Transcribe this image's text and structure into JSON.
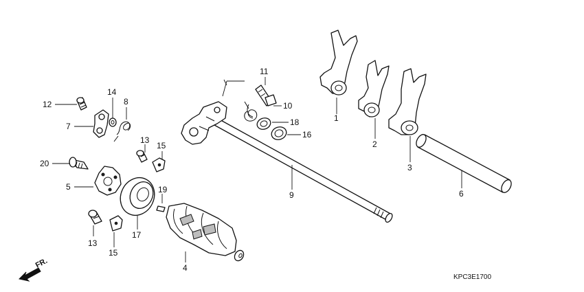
{
  "diagram": {
    "code": "KPC3E1700",
    "direction_label": "FR.",
    "callouts": {
      "c1": "1",
      "c2": "2",
      "c3": "3",
      "c4": "4",
      "c5": "5",
      "c6": "6",
      "c7": "7",
      "c8": "8",
      "c9": "9",
      "c10": "10",
      "c11": "11",
      "c12": "12",
      "c13a": "13",
      "c13b": "13",
      "c14": "14",
      "c15a": "15",
      "c15b": "15",
      "c16": "16",
      "c17": "17",
      "c18": "18",
      "c19": "19",
      "c20": "20"
    }
  }
}
